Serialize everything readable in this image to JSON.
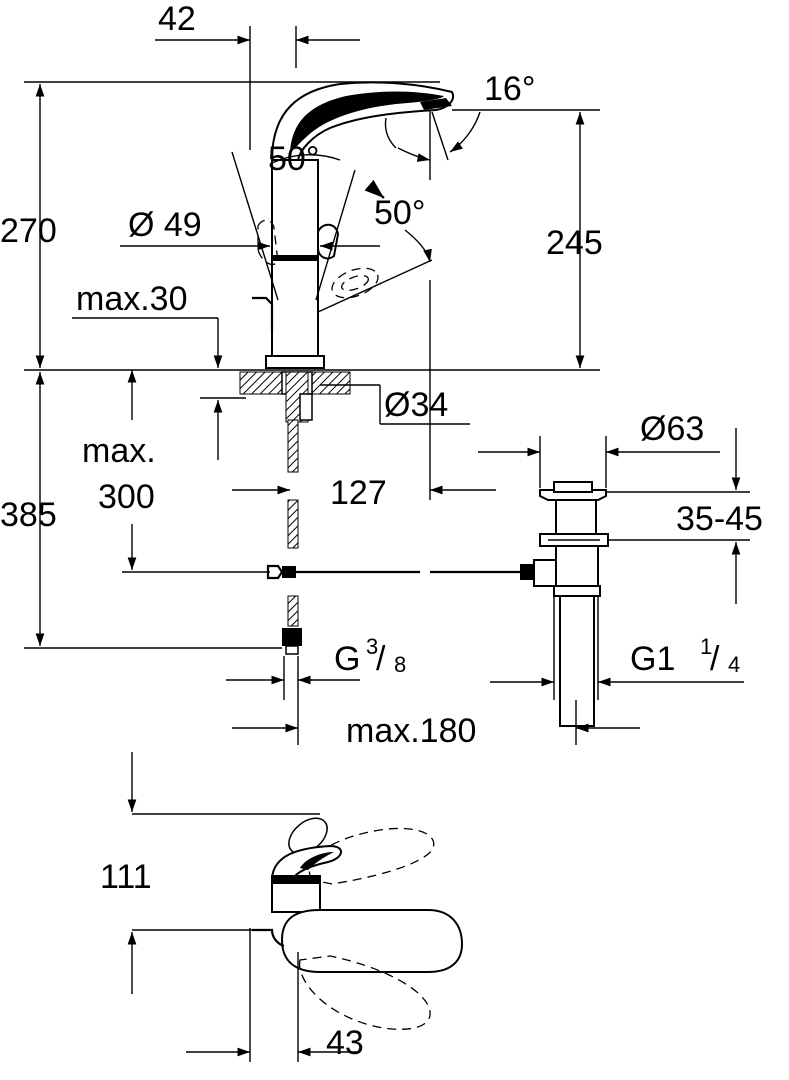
{
  "labels": {
    "d42": "42",
    "a16": "16°",
    "a50_top": "50°",
    "a50_right": "50°",
    "d270": "270",
    "d49": "Ø 49",
    "d245": "245",
    "max30": "max.30",
    "d34": "Ø34",
    "d63": "Ø63",
    "max300_a": "max.",
    "max300_b": "300",
    "d127": "127",
    "d385": "385",
    "d3545": "35-45",
    "g38_main": "G",
    "g38_num": "3",
    "g38_den": "8",
    "g114_main": "G1",
    "g114_num": "1",
    "g114_den": "4",
    "max180": "max.180",
    "d111": "111",
    "d43": "43"
  },
  "colors": {
    "line": "#000000",
    "background": "#ffffff"
  }
}
